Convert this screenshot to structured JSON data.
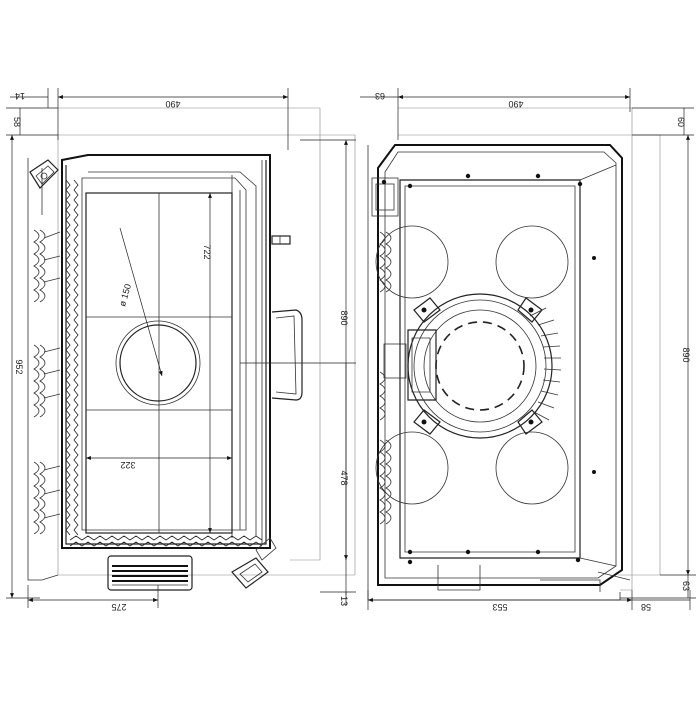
{
  "left_view": {
    "dimensions": {
      "d14": "14",
      "d490": "490",
      "d58": "58",
      "d952": "952",
      "d890": "890",
      "d722": "722",
      "d150": "ø 150",
      "d322": "322",
      "d478": "478",
      "d13": "13",
      "d275": "275"
    }
  },
  "right_view": {
    "dimensions": {
      "d63top": "63",
      "d490": "490",
      "d60": "60",
      "d890": "890",
      "d63bottom": "63",
      "d553": "553",
      "d58": "58"
    }
  }
}
